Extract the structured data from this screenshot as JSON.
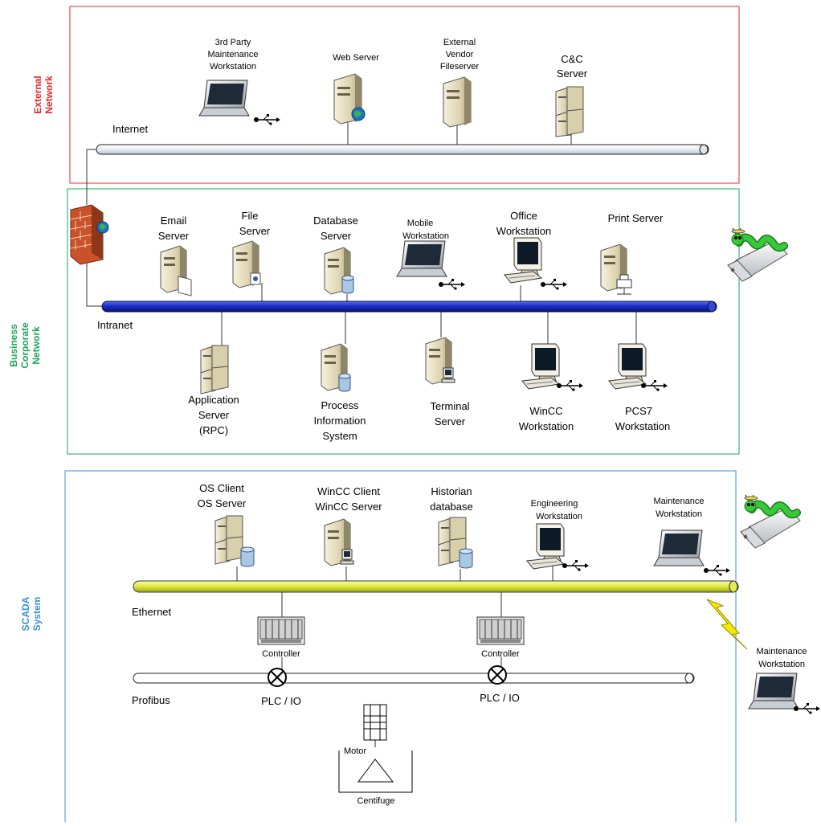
{
  "colors": {
    "external": "#e8252a",
    "business": "#1aa65a",
    "scada": "#3a8fd6",
    "intranet": "#1a2fc8",
    "ethernet": "#e6ee3a",
    "bolt": "#f4e800",
    "worm": "#38c93a"
  },
  "zones": {
    "external": {
      "label_line1": "External",
      "label_line2": "Network"
    },
    "business": {
      "label_line1": "Business",
      "label_line2": "Corporate",
      "label_line3": "Network"
    },
    "scada": {
      "label_line1": "SCADA",
      "label_line2": "System"
    }
  },
  "networks": {
    "internet": "Internet",
    "intranet": "Intranet",
    "ethernet": "Ethernet",
    "profibus": "Profibus"
  },
  "external": {
    "thirdparty": [
      "3rd Party",
      "Maintenance",
      "Workstation"
    ],
    "webserver": "Web Server",
    "vendor": [
      "External",
      "Vendor",
      "Fileserver"
    ],
    "cc": [
      "C&C",
      "Server"
    ]
  },
  "business_top": {
    "email": [
      "Email",
      "Server"
    ],
    "file": [
      "File",
      "Server"
    ],
    "database": [
      "Database",
      "Server"
    ],
    "mobile": [
      "Mobile",
      "Workstation"
    ],
    "office": [
      "Office",
      "Workstation"
    ],
    "print": "Print Server"
  },
  "business_bottom": {
    "app": [
      "Application",
      "Server",
      "(RPC)"
    ],
    "pis": [
      "Process",
      "Information",
      "System"
    ],
    "terminal": [
      "Terminal",
      "Server"
    ],
    "wincc": [
      "WinCC",
      "Workstation"
    ],
    "pcs7": [
      "PCS7",
      "Workstation"
    ]
  },
  "scada": {
    "os": [
      "OS Client",
      "OS Server"
    ],
    "wincc": [
      "WinCC Client",
      "WinCC Server"
    ],
    "historian": [
      "Historian",
      "database"
    ],
    "engineering": [
      "Engineering",
      "Workstation"
    ],
    "maintenance": [
      "Maintenance",
      "Workstation"
    ],
    "controller": "Controller",
    "plc": "PLC / IO",
    "motor": "Motor",
    "centrifuge": "Centifuge"
  },
  "outside": {
    "maintenance": [
      "Maintenance",
      "Workstation"
    ]
  }
}
